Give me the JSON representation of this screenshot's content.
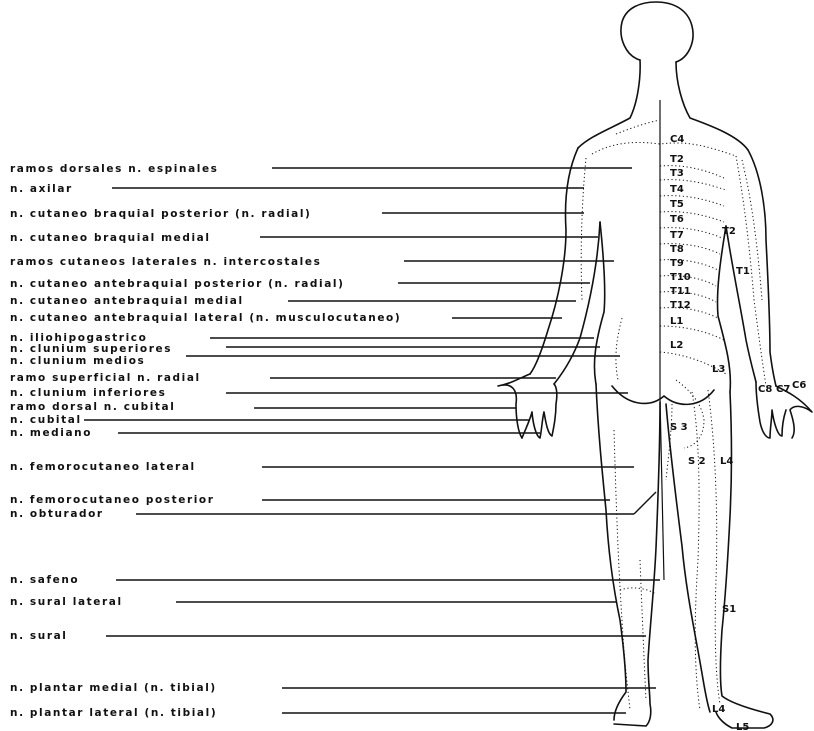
{
  "labels": [
    "ramos dorsales n. espinales",
    "n. axilar",
    "n. cutaneo braquial posterior (n. radial)",
    "n. cutaneo braquial medial",
    "ramos cutaneos laterales n. intercostales",
    "n. cutaneo antebraquial posterior (n. radial)",
    "n. cutaneo antebraquial medial",
    "n. cutaneo antebraquial lateral (n. musculocutaneo)",
    "n. iliohipogastrico",
    "n. clunium superiores",
    "n. clunium medios",
    "ramo superficial n. radial",
    "n. clunium inferiores",
    "ramo dorsal n. cubital",
    "n. cubital",
    "n. mediano",
    "n. femorocutaneo lateral",
    "n. femorocutaneo posterior",
    "n. obturador",
    "n. safeno",
    "n. sural lateral",
    "n. sural",
    "n. plantar medial (n. tibial)",
    "n. plantar lateral (n. tibial)"
  ],
  "segments": {
    "c4": "C4",
    "t2": "T2",
    "t3": "T3",
    "t4": "T4",
    "t5": "T5",
    "t6": "T6",
    "t7": "T7",
    "t8": "T8",
    "t9": "T9",
    "t10": "T10",
    "t11": "T11",
    "t12": "T12",
    "l1": "L1",
    "l2": "L2",
    "l3": "L3",
    "l4": "L4",
    "l5": "L5",
    "s1": "S1",
    "s2": "S 2",
    "s3": "S 3",
    "c6": "C6",
    "c7": "C7",
    "c8": "C8",
    "t1": "T1",
    "t2_arm": "T2"
  }
}
